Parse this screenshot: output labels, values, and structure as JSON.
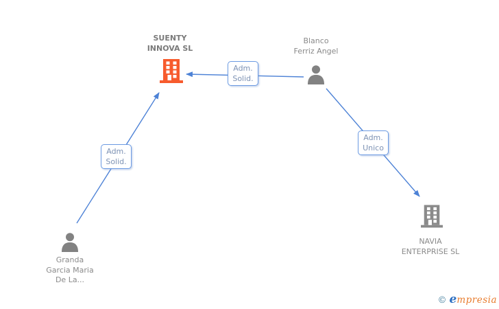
{
  "diagram": {
    "nodes": {
      "suenty": {
        "type": "company",
        "line1": "SUENTY",
        "line2": "INNOVA SL"
      },
      "blanco": {
        "type": "person",
        "line1": "Blanco",
        "line2": "Ferriz Angel"
      },
      "granda": {
        "type": "person",
        "line1": "Granda",
        "line2": "Garcia Maria",
        "line3": "De La..."
      },
      "navia": {
        "type": "company",
        "line1": "NAVIA",
        "line2": "ENTERPRISE SL"
      }
    },
    "edges": [
      {
        "from": "blanco",
        "to": "suenty",
        "label_line1": "Adm.",
        "label_line2": "Solid."
      },
      {
        "from": "granda",
        "to": "suenty",
        "label_line1": "Adm.",
        "label_line2": "Solid."
      },
      {
        "from": "blanco",
        "to": "navia",
        "label_line1": "Adm.",
        "label_line2": "Unico"
      }
    ],
    "colors": {
      "edge": "#4d82d6",
      "edge_label_border": "#6b9ae2",
      "edge_label_text": "#7d92b4",
      "node_text": "#8a8a8a",
      "company_title_text": "#7a7a7a",
      "company_icon_orange": "#f75b2d",
      "company_icon_gray": "#8a8a8a",
      "person_icon": "#828282"
    }
  },
  "footer": {
    "copyright_symbol": "©",
    "brand_initial": "e",
    "brand_rest": "mpresia",
    "brand_blue": "#2d6fc1",
    "brand_orange": "#e87b2c"
  }
}
